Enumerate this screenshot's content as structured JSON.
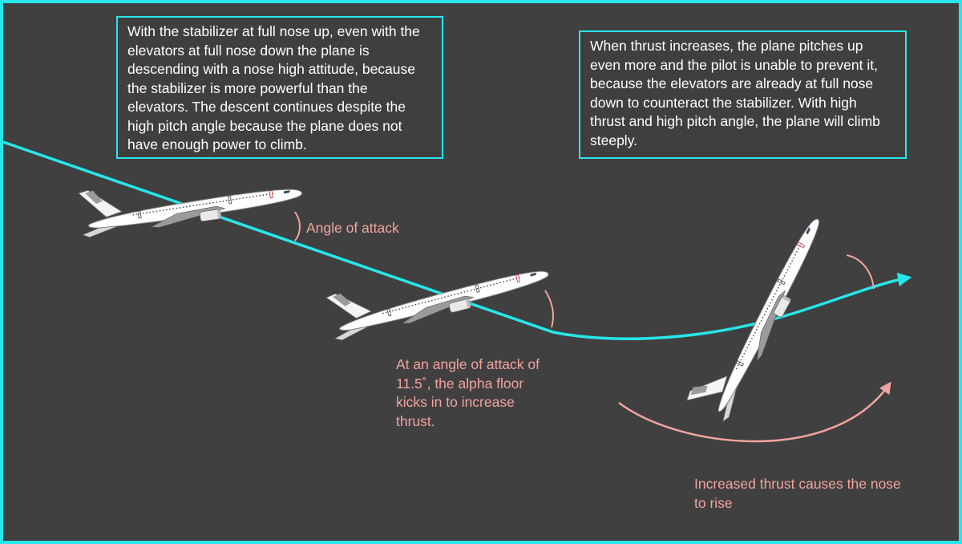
{
  "colors": {
    "accent": "#27e6e9",
    "background": "#404040",
    "annotation": "#f2a39e",
    "text": "#ffffff",
    "aircraft_body": "#ffffff"
  },
  "boxes": {
    "left_text": "With the stabilizer at full nose up, even with the elevators at full nose down the plane is descending with a nose high attitude, because the stabilizer is more powerful than the elevators. The descent continues despite the high pitch angle because the plane does not have enough power to climb.",
    "right_text": "When thrust increases, the plane pitches up even more and the pilot is unable to prevent it, because the elevators are already at full nose down to counteract the stabilizer. With high thrust and high pitch angle, the plane will climb steeply."
  },
  "labels": {
    "angle_of_attack": "Angle of attack",
    "alpha_floor": "At an angle of attack of 11.5˚, the alpha floor kicks in to increase thrust.",
    "thrust_nose": "Increased thrust causes the nose to rise"
  },
  "aircraft": [
    {
      "id": "plane-1",
      "pitch_deg": -8
    },
    {
      "id": "plane-2",
      "pitch_deg": -14
    },
    {
      "id": "plane-3",
      "pitch_deg": -62
    }
  ]
}
